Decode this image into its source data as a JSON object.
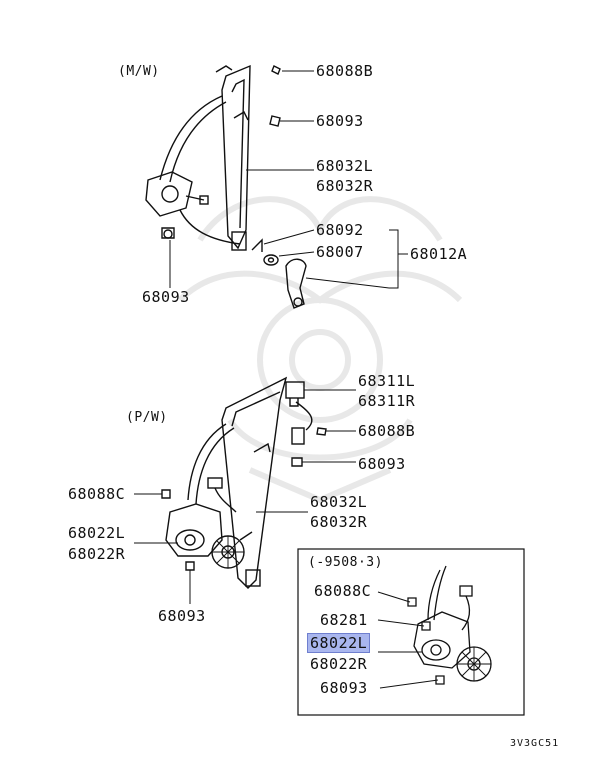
{
  "sections": {
    "manual": "(M/W)",
    "power": "(P/W)",
    "inset": "(-9508·3)"
  },
  "labels": {
    "mw_bolt_top": "68088B",
    "mw_nut_1": "68093",
    "mw_regulator_l": "68032L",
    "mw_regulator_r": "68032R",
    "mw_clip": "68092",
    "mw_washer": "68007",
    "mw_handle_assy": "68012A",
    "mw_nut_2": "68093",
    "pw_switch_l": "68311L",
    "pw_switch_r": "68311R",
    "pw_bolt": "68088B",
    "pw_nut_1": "68093",
    "pw_bolt_c": "68088C",
    "pw_regulator_l": "68032L",
    "pw_regulator_r": "68032R",
    "pw_motor_l": "68022L",
    "pw_motor_r": "68022R",
    "pw_nut_2": "68093",
    "in_bolt_c": "68088C",
    "in_part": "68281",
    "in_motor_l": "68022L",
    "in_motor_r": "68022R",
    "in_nut": "68093"
  },
  "footer_code": "3V3GC51",
  "highlight_color": "#a9b6ee"
}
